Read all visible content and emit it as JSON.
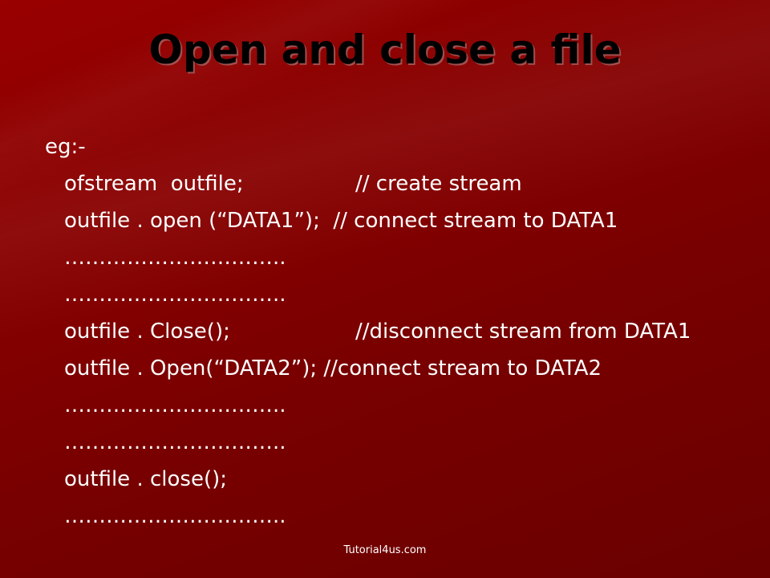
{
  "slide": {
    "title": "Open and close a file",
    "lead": "eg:-",
    "lines": [
      {
        "code": "ofstream  outfile;",
        "comment": "// create stream"
      },
      {
        "code": "outfile . open (“DATA1”);  // connect stream to DATA1",
        "comment": ""
      },
      {
        "code": "…………………………..",
        "comment": ""
      },
      {
        "code": "…………………………..",
        "comment": ""
      },
      {
        "code": "outfile . Close();",
        "comment": "//disconnect stream from DATA1"
      },
      {
        "code": "outfile . Open(“DATA2”); //connect stream to DATA2",
        "comment": ""
      },
      {
        "code": "…………………………..",
        "comment": ""
      },
      {
        "code": "…………………………..",
        "comment": ""
      },
      {
        "code": "outfile . close();",
        "comment": ""
      },
      {
        "code": "…………………………..",
        "comment": ""
      }
    ],
    "footer": "Tutorial4us.com"
  },
  "colors": {
    "background": "#7a0000",
    "title": "#000000",
    "text": "#ffffff"
  }
}
